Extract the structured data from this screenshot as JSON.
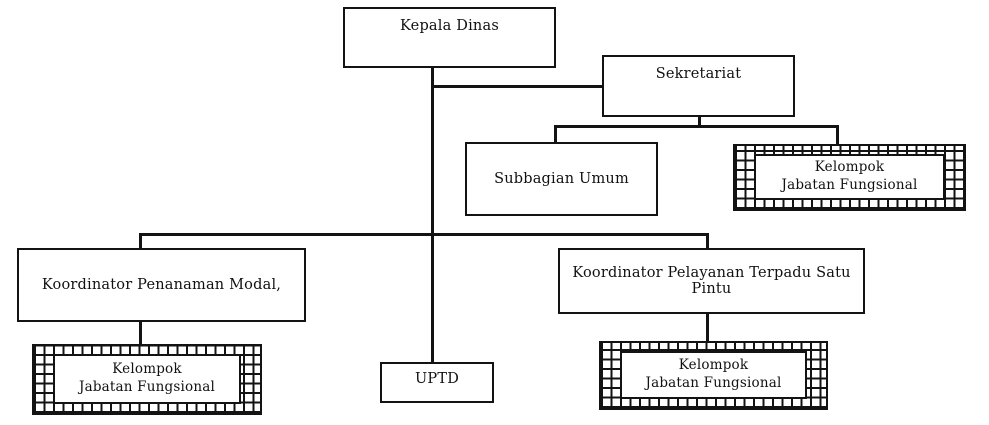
{
  "diagram": {
    "type": "org-chart",
    "colors": {
      "background": "#ffffff",
      "line": "#131313",
      "box_border": "#131313",
      "box_fill": "#ffffff"
    },
    "nodes": {
      "kepala_dinas": {
        "label": "Kepala Dinas"
      },
      "sekretariat": {
        "label": "Sekretariat"
      },
      "subbagian_umum": {
        "label": "Subbagian Umum"
      },
      "kelompok_top": {
        "line1": "Kelompok",
        "line2": "Jabatan Fungsional"
      },
      "koordinator_penanaman_modal": {
        "label": "Koordinator Penanaman Modal,"
      },
      "koordinator_pelayanan": {
        "label": "Koordinator Pelayanan Terpadu Satu Pintu"
      },
      "kelompok_left": {
        "line1": "Kelompok",
        "line2": "Jabatan Fungsional"
      },
      "uptd": {
        "label": "UPTD"
      },
      "kelompok_right": {
        "line1": "Kelompok",
        "line2": "Jabatan Fungsional"
      }
    },
    "edges": [
      "kepala_dinas -> sekretariat",
      "kepala_dinas -> uptd",
      "kepala_dinas -> koordinator_penanaman_modal",
      "kepala_dinas -> koordinator_pelayanan",
      "sekretariat -> subbagian_umum",
      "sekretariat -> kelompok_top",
      "koordinator_penanaman_modal -> kelompok_left",
      "koordinator_pelayanan -> kelompok_right"
    ]
  }
}
